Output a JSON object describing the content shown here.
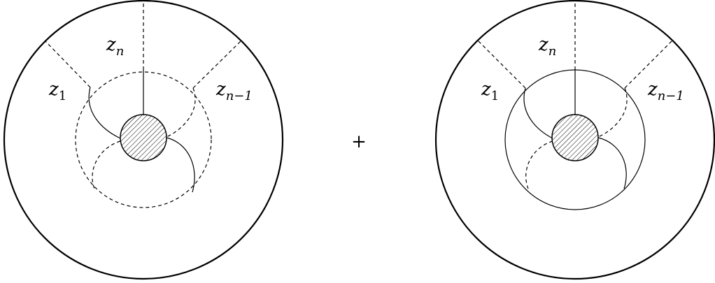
{
  "diagrams": [
    {
      "labels": {
        "left": {
          "base": "z",
          "sub": "1"
        },
        "top": {
          "base": "z",
          "sub": "n"
        },
        "right": {
          "base": "z",
          "sub": "n−1"
        }
      },
      "inner_circle_style": "dashed"
    },
    {
      "labels": {
        "left": {
          "base": "z",
          "sub": "1"
        },
        "top": {
          "base": "z",
          "sub": "n"
        },
        "right": {
          "base": "z",
          "sub": "n−1"
        }
      },
      "inner_circle_style": "solid"
    }
  ],
  "operator": "+"
}
